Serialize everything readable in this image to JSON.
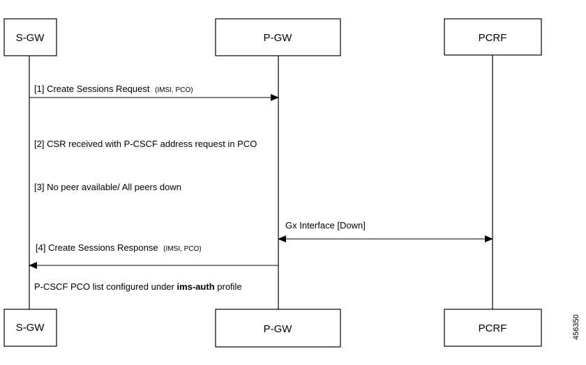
{
  "entities": {
    "sgw": "S-GW",
    "pgw": "P-GW",
    "pcrf": "PCRF"
  },
  "messages": {
    "m1_label": "[1] Create Sessions Request",
    "m1_params": "(IMSI, PCO)",
    "m2_label": "[2] CSR received with P-CSCF address request in PCO",
    "m3_label": "[3] No peer available/ All peers down",
    "gx_label": "Gx Interface [Down]",
    "m4_label": "[4] Create Sessions Response",
    "m4_params": "(IMSI, PCO)",
    "note_prefix": "P-CSCF PCO list configured under ",
    "note_bold": "ims-auth",
    "note_suffix": " profile"
  },
  "figure_id": "456350"
}
